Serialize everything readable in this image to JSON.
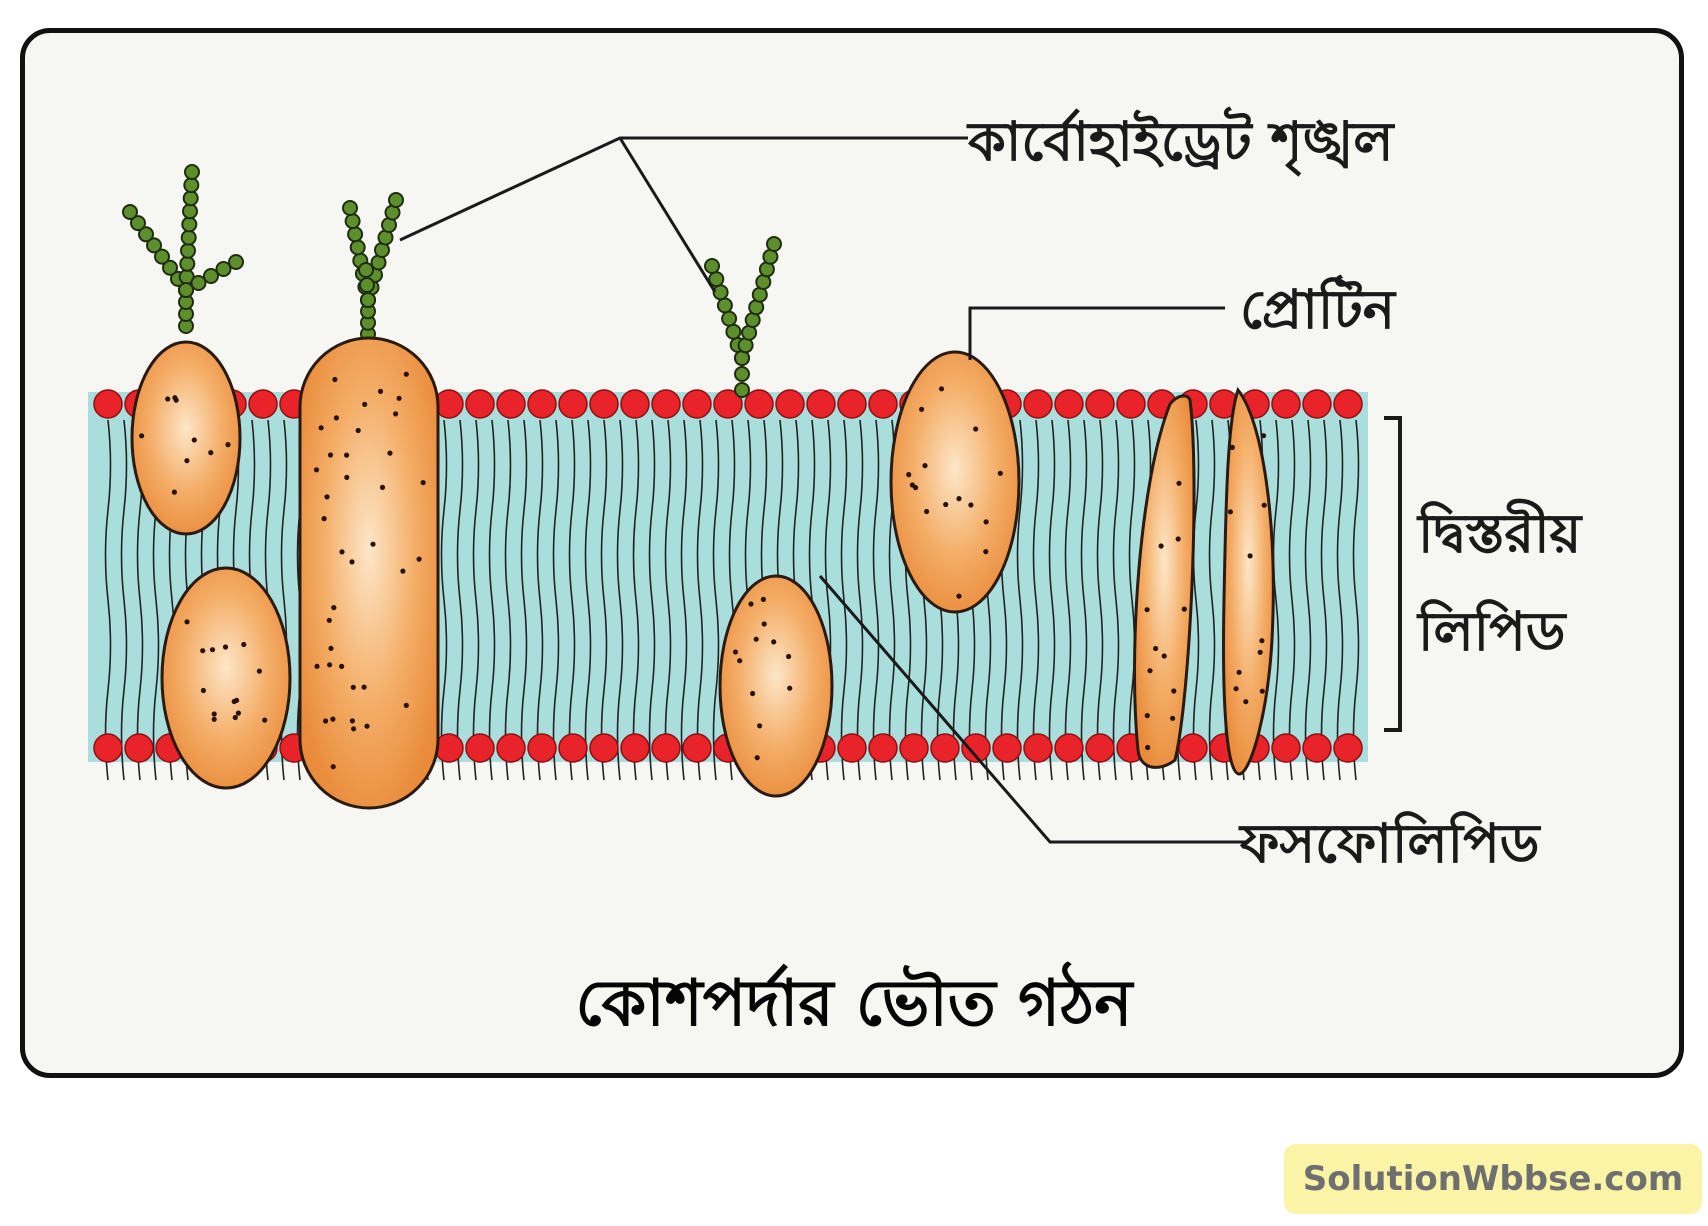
{
  "diagram": {
    "caption": "কোশপর্দার ভৌত গঠন",
    "labels": {
      "carbohydrate_chain": "কার্বোহাইড্রেট শৃঙ্খল",
      "protein": "প্রোটিন",
      "bilayer_line1": "দ্বিস্তরীয়",
      "bilayer_line2": "লিপিড",
      "phospholipid": "ফসফোলিপিড"
    },
    "colors": {
      "lipid_head": "#e8242a",
      "bilayer_fill": "#a9dedd",
      "protein_fill": "#f0a055",
      "protein_outline": "#2a1a10",
      "sugar_bead": "#5e8f2d",
      "frame_border": "#111111",
      "background": "#f6f6f2"
    }
  },
  "watermark": {
    "text": "SolutionWbbse.com",
    "color": "#fbf3a6"
  }
}
